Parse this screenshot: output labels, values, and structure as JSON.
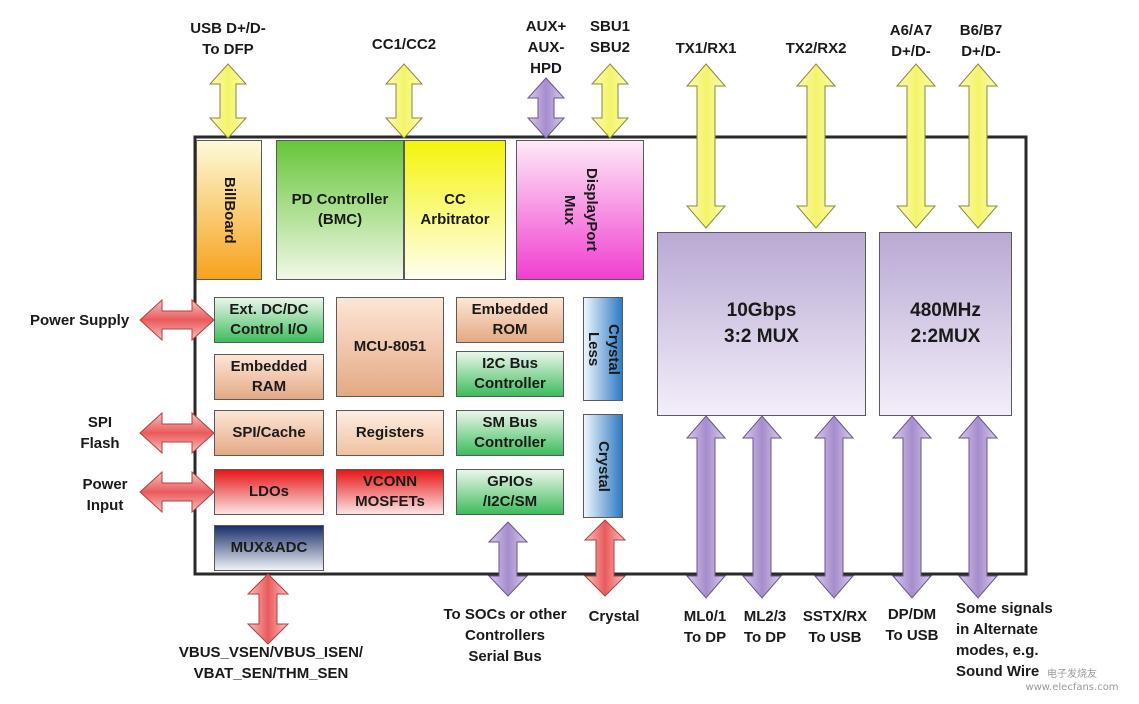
{
  "top_labels": {
    "usb": [
      "USB D+/D-",
      "To DFP"
    ],
    "cc": [
      "CC1/CC2"
    ],
    "aux": [
      "AUX+",
      "AUX-",
      "HPD"
    ],
    "sbu": [
      "SBU1",
      "SBU2"
    ],
    "tx1": [
      "TX1/RX1"
    ],
    "tx2": [
      "TX2/RX2"
    ],
    "a6": [
      "A6/A7",
      "D+/D-"
    ],
    "b6": [
      "B6/B7",
      "D+/D-"
    ]
  },
  "left_labels": {
    "power_supply": [
      "Power Supply"
    ],
    "spi": [
      "SPI",
      "Flash"
    ],
    "power_input": [
      "Power",
      "Input"
    ]
  },
  "bottom_labels": {
    "vbus": [
      "VBUS_VSEN/VBUS_ISEN/",
      "VBAT_SEN/THM_SEN"
    ],
    "socs": [
      "To SOCs or other",
      "Controllers",
      "Serial Bus"
    ],
    "crystal": [
      "Crystal"
    ],
    "ml01": [
      "ML0/1",
      "To DP"
    ],
    "ml23": [
      "ML2/3",
      "To DP"
    ],
    "sstx": [
      "SSTX/RX",
      "To USB"
    ],
    "dpdm": [
      "DP/DM",
      "To USB"
    ],
    "some": [
      "Some signals",
      "in Alternate",
      "modes, e.g.",
      "Sound Wire"
    ]
  },
  "blocks": {
    "billboard": [
      "BillBoard"
    ],
    "pd_controller": [
      "PD Controller",
      "(BMC)"
    ],
    "cc_arbitrator": [
      "CC",
      "Arbitrator"
    ],
    "displayport_mux": [
      "DisplayPort",
      "Mux"
    ],
    "mux_10g": [
      "10Gbps",
      "3:2 MUX"
    ],
    "mux_480": [
      "480MHz",
      "2:2MUX"
    ],
    "ext_dcdc": [
      "Ext. DC/DC",
      "Control I/O"
    ],
    "embedded_ram": [
      "Embedded",
      "RAM"
    ],
    "spi_cache": [
      "SPI/Cache"
    ],
    "ldos": [
      "LDOs"
    ],
    "mux_adc": [
      "MUX&ADC"
    ],
    "mcu": [
      "MCU-8051"
    ],
    "registers": [
      "Registers"
    ],
    "vconn": [
      "VCONN",
      "MOSFETs"
    ],
    "embedded_rom": [
      "Embedded",
      "ROM"
    ],
    "i2c": [
      "I2C Bus",
      "Controller"
    ],
    "smbus": [
      "SM Bus",
      "Controller"
    ],
    "gpios": [
      "GPIOs",
      "/I2C/SM"
    ],
    "crystal_less": [
      "Crystal",
      "Less"
    ],
    "crystal": [
      "Crystal"
    ]
  },
  "watermark": "电子发烧友 www.elecfans.com",
  "colors": {
    "yellow_arrow": "#f7f78a",
    "purple_arrow": "#b59fd6",
    "red_arrow": "#f08080"
  }
}
